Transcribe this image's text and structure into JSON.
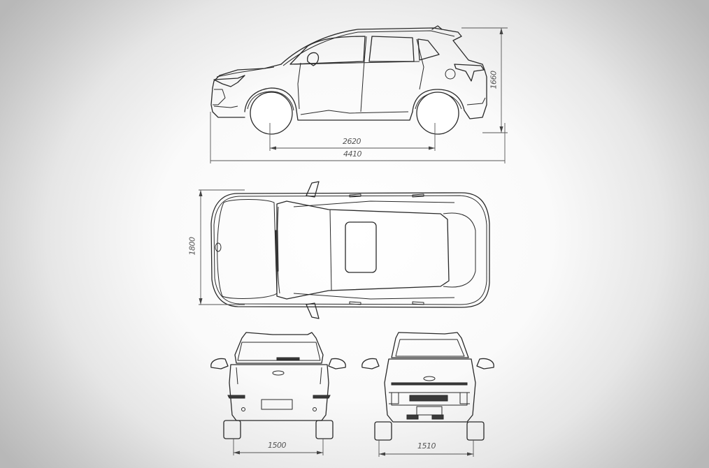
{
  "drawing": {
    "subject": "Compact SUV dimensional blueprint",
    "views": [
      "side-view",
      "top-view",
      "rear-view",
      "front-view"
    ]
  },
  "dimensions": {
    "wheelbase": "2620",
    "overall_length": "4410",
    "overall_height": "1660",
    "overall_width": "1800",
    "rear_track": "1500",
    "front_track": "1510"
  },
  "colors": {
    "line": "#2a2a2a",
    "dimension_line": "#555555",
    "background_center": "#ffffff",
    "background_edge": "#b8b8b8"
  }
}
